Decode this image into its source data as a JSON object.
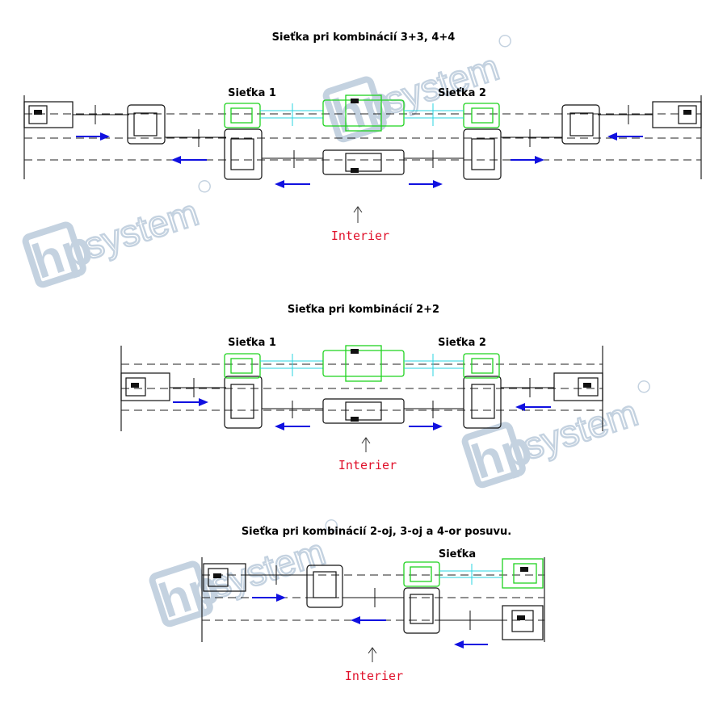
{
  "sections": [
    {
      "title": "Sieťka pri kombinácií 3+3, 4+4",
      "labels": [
        "Sieťka 1",
        "Sieťka 2"
      ],
      "interior_label": "Interier"
    },
    {
      "title": "Sieťka pri kombinácií 2+2",
      "labels": [
        "Sieťka 1",
        "Sieťka 2"
      ],
      "interior_label": "Interier"
    },
    {
      "title": "Sieťka pri kombinácií 2-oj, 3-oj a 4-or posuvu.",
      "labels": [
        "Sieťka"
      ],
      "interior_label": "Interier"
    }
  ],
  "watermark": {
    "logo": "hpsystem",
    "registered_mark": "®"
  },
  "colors": {
    "screen_profile": "#1fd31f",
    "screen_rail": "#2ad6e0",
    "arrow": "#1010e0",
    "interior_text": "#e0102a",
    "watermark": "#c4d2e0"
  }
}
